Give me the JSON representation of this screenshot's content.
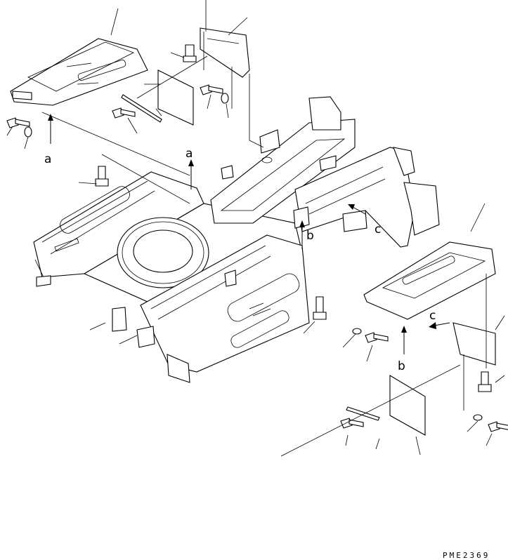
{
  "callouts": {
    "a_top": "a",
    "a_frame": "a",
    "b_frame": "b",
    "b_cover": "b",
    "c_frame": "c",
    "c_cover": "c"
  },
  "drawing_code": "PME2369",
  "colors": {
    "line": "#000000",
    "background": "#ffffff"
  }
}
